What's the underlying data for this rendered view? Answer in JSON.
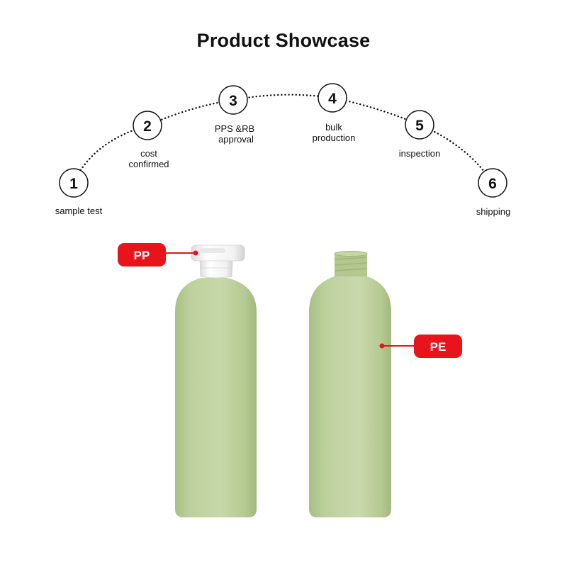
{
  "title": "Product Showcase",
  "steps": [
    {
      "number": "1",
      "label_lines": [
        "sample test"
      ]
    },
    {
      "number": "2",
      "label_lines": [
        "cost",
        "confirmed"
      ]
    },
    {
      "number": "3",
      "label_lines": [
        "PPS &RB",
        "approval"
      ]
    },
    {
      "number": "4",
      "label_lines": [
        "bulk",
        "production"
      ]
    },
    {
      "number": "5",
      "label_lines": [
        "inspection"
      ]
    },
    {
      "number": "6",
      "label_lines": [
        "shipping"
      ]
    }
  ],
  "tags": {
    "cap": "PP",
    "body": "PE"
  },
  "colors": {
    "tag": "#e8141b",
    "bottle": "#bcd09a",
    "cap": "#ffffff",
    "dots": "#111111"
  }
}
